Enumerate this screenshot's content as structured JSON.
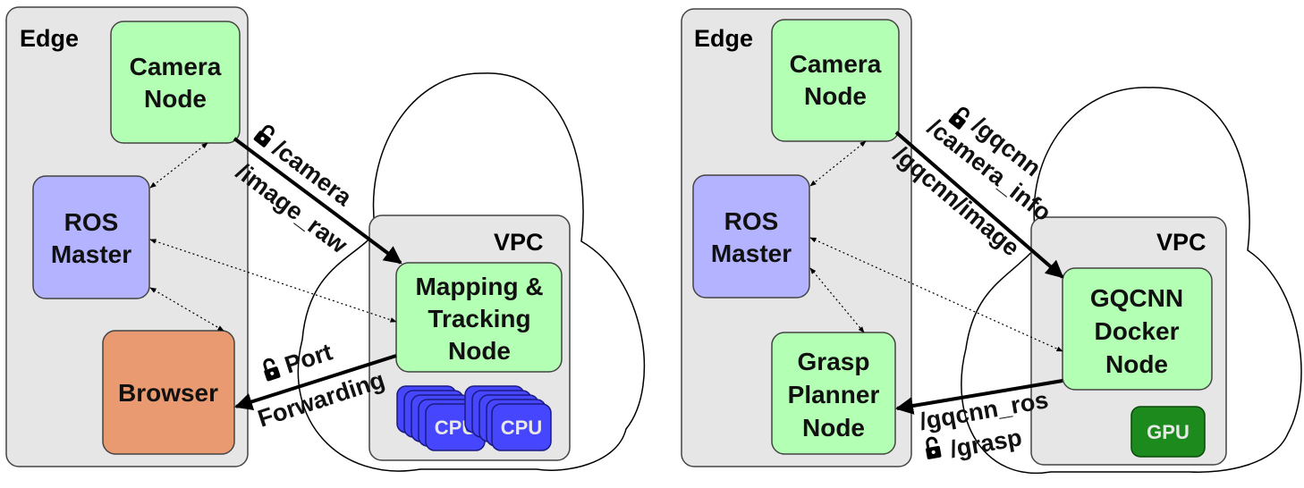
{
  "colors": {
    "edge_bg": "#e6e6e6",
    "green_node": "#b3ffb3",
    "ros_master": "#b3b3ff",
    "browser": "#e99a70",
    "cpu_chip": "#4646ff",
    "gpu_chip": "#1d8a1d",
    "chip_text": "#e8e8e8"
  },
  "left": {
    "edge_label": "Edge",
    "vpc_label": "VPC",
    "camera": [
      "Camera",
      "Node"
    ],
    "ros": [
      "ROS",
      "Master"
    ],
    "browser": "Browser",
    "mapping": [
      "Mapping &",
      "Tracking",
      "Node"
    ],
    "topic_lines": [
      "/camera",
      "/image_raw"
    ],
    "port_lines": [
      "Port",
      "Forwarding"
    ],
    "cpu_label": "CPU"
  },
  "right": {
    "edge_label": "Edge",
    "vpc_label": "VPC",
    "camera": [
      "Camera",
      "Node"
    ],
    "ros": [
      "ROS",
      "Master"
    ],
    "grasp": [
      "Grasp",
      "Planner",
      "Node"
    ],
    "gqcnn": [
      "GQCNN",
      "Docker",
      "Node"
    ],
    "topic_lines": [
      "/gqcnn",
      "/camera_info",
      "/gqcnn/image"
    ],
    "return_lines": [
      "/gqcnn_ros",
      "/grasp"
    ],
    "gpu_label": "GPU"
  }
}
